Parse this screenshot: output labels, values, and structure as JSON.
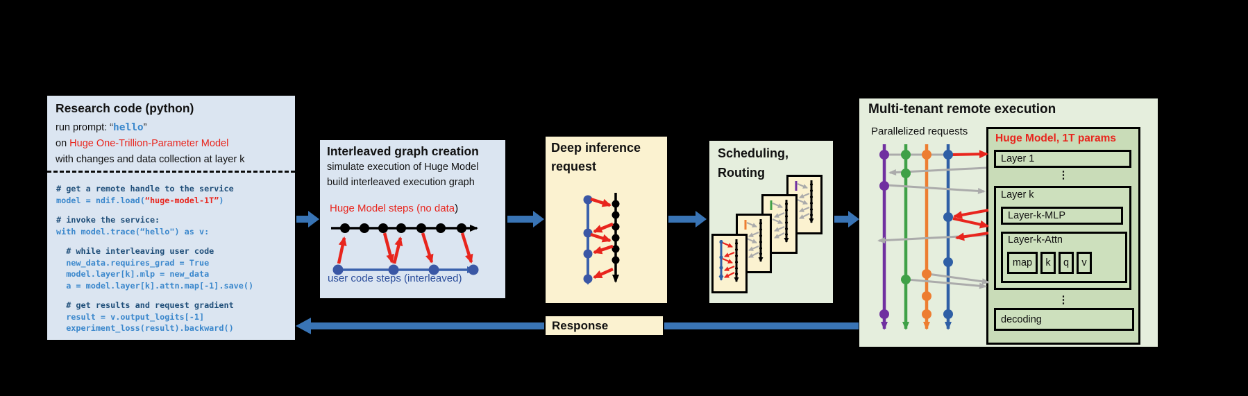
{
  "research": {
    "title": "Research code (python)",
    "prompt_prefix": "run prompt: “",
    "prompt_code": "hello",
    "prompt_suffix": "”",
    "on_prefix": "on ",
    "model_name": "Huge One-Trillion-Parameter Model",
    "line3": "with changes and data collection at layer k",
    "code": {
      "c1": "# get a remote handle to the service",
      "l1a": "model = ndif.load(",
      "l1b": "“huge-model-1T”",
      "l1c": ")",
      "c2": "# invoke the service:",
      "l2": "with model.trace(“hello\") as v:",
      "c3": "  # while interleaving user code",
      "l3": "  new_data.requires_grad = True",
      "l4": "  model.layer[k].mlp = new_data",
      "l5": "  a = model.layer[k].attn.map[-1].save()",
      "c4": "  # get results and request gradient",
      "l6": "  result = v.output_logits[-1]",
      "l7": "  experiment_loss(result).backward()"
    }
  },
  "interleaved": {
    "title": "Interleaved graph creation",
    "sub1": "simulate execution of Huge Model",
    "sub2": "build interleaved execution graph",
    "top_label": "Huge Model steps (no data",
    "top_label_end": ")",
    "bottom_label": "user code steps (interleaved)"
  },
  "deep": {
    "title1": "Deep inference",
    "title2": "request"
  },
  "scheduling": {
    "title1": "Scheduling,",
    "title2": "Routing"
  },
  "response": {
    "label": "Response"
  },
  "multitenant": {
    "title": "Multi-tenant remote execution",
    "requests_label": "Parallelized requests",
    "model_title": "Huge Model, 1T params",
    "layer1": "Layer 1",
    "ellipsis1": "⋮",
    "layerk": "Layer k",
    "mlp": "Layer-k-MLP",
    "attn": "Layer-k-Attn",
    "attn_map": "map",
    "attn_k": "k",
    "attn_q": "q",
    "attn_v": "v",
    "ellipsis2": "⋮",
    "decoding": "decoding"
  },
  "colors": {
    "background": "#000000",
    "flow_arrow_blue": "#3974b5",
    "accent_red": "#e8251d",
    "code_comment_blue": "#1f4e79",
    "code_blue": "#3a87cc",
    "user_steps_blue": "#2b4d9b",
    "diagram_blue": "#3b62ad",
    "request_purple": "#7030a0",
    "request_green": "#3fa047",
    "request_orange": "#ed7d31",
    "request_blue": "#2f5fa5",
    "gray_arrow": "#ababab",
    "box_light_blue": "#dbe5f1",
    "box_cream": "#fbf2d0",
    "box_light_green": "#e5eedd",
    "box_model_green": "#c9dcb8"
  }
}
